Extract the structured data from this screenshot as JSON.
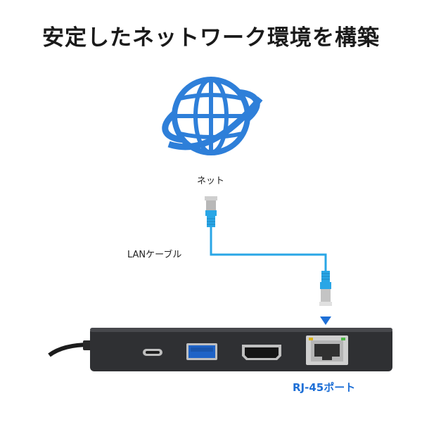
{
  "page": {
    "title": "安定したネットワーク環境を構築"
  },
  "labels": {
    "net": "ネット",
    "lan_cable": "LANケーブル",
    "port": "RJ-45ポート"
  },
  "icons": {
    "globe": "globe-icon",
    "arrow": "arrow-down-icon"
  },
  "colors": {
    "accent_blue": "#1e6fd6",
    "globe_blue": "#2e7fd9",
    "cable_blue": "#29a6e6",
    "hub_body": "#2f3033"
  }
}
